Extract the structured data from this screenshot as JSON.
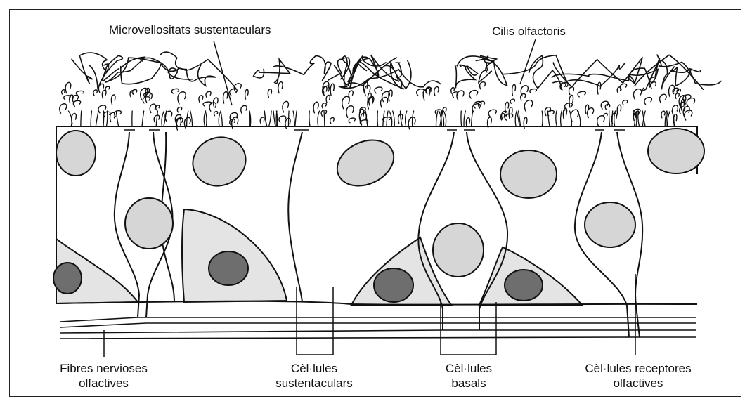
{
  "labels": {
    "microvilli": "Microvellositats sustentaculars",
    "cilia": "Cilis olfactoris",
    "nerve_fibers": [
      "Fibres nervioses",
      "olfactives"
    ],
    "sustentacular_cells": [
      "Cèl·lules",
      "sustentaculars"
    ],
    "basal_cells": [
      "Cèl·lules",
      "basals"
    ],
    "receptor_cells": [
      "Cèl·lules receptores",
      "olfactives"
    ]
  },
  "colors": {
    "line": "#111111",
    "nucleus_light": "#d6d6d6",
    "nucleus_dark": "#6e6e6e",
    "cytoplasm_shaded": "#e4e4e4"
  }
}
